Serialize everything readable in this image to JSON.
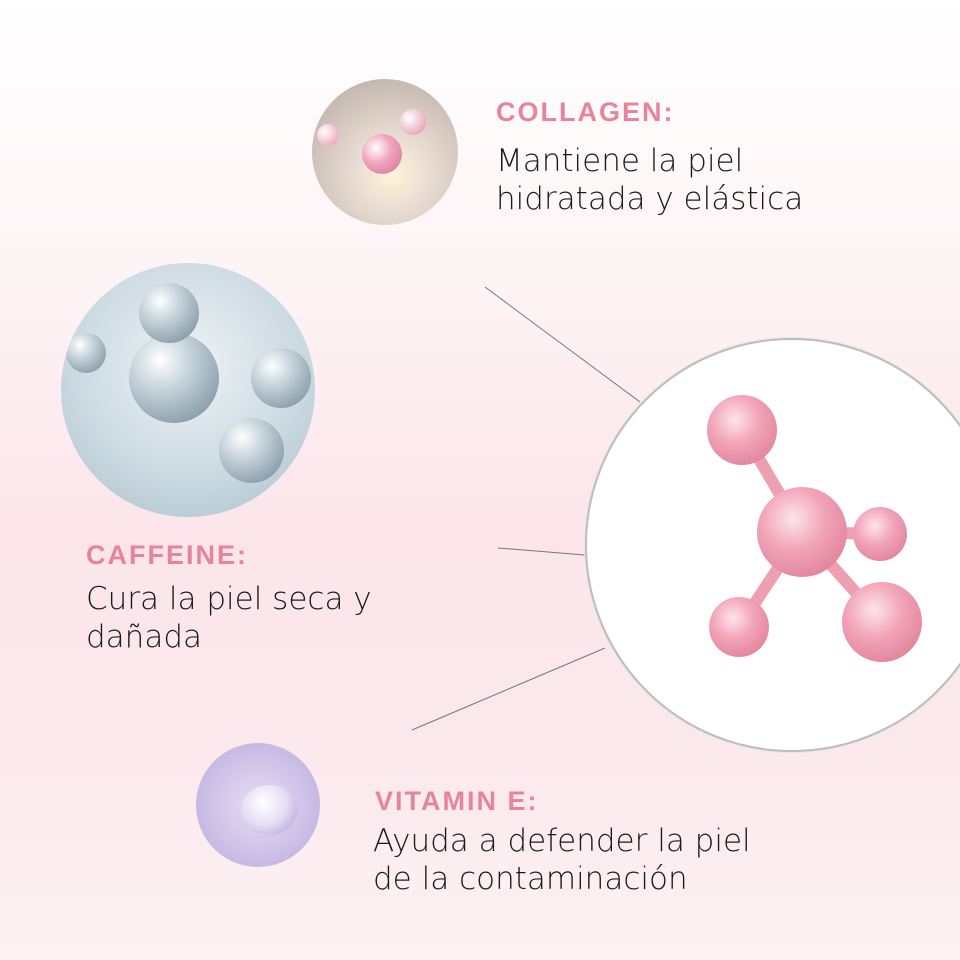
{
  "ingredients": [
    {
      "title": "COLLAGEN:",
      "desc_line1": "Mantiene la piel",
      "desc_line2": "hidratada y elástica"
    },
    {
      "title": "CAFFEINE:",
      "desc_line1": "Cura la piel seca y",
      "desc_line2": "dañada"
    },
    {
      "title": "VITAMIN E:",
      "desc_line1": "Ayuda a defender la piel",
      "desc_line2": "de la contaminación"
    }
  ],
  "colors": {
    "accent": "#e8849a",
    "text": "#1a1a1a",
    "molecule": "#f0a3b5"
  }
}
